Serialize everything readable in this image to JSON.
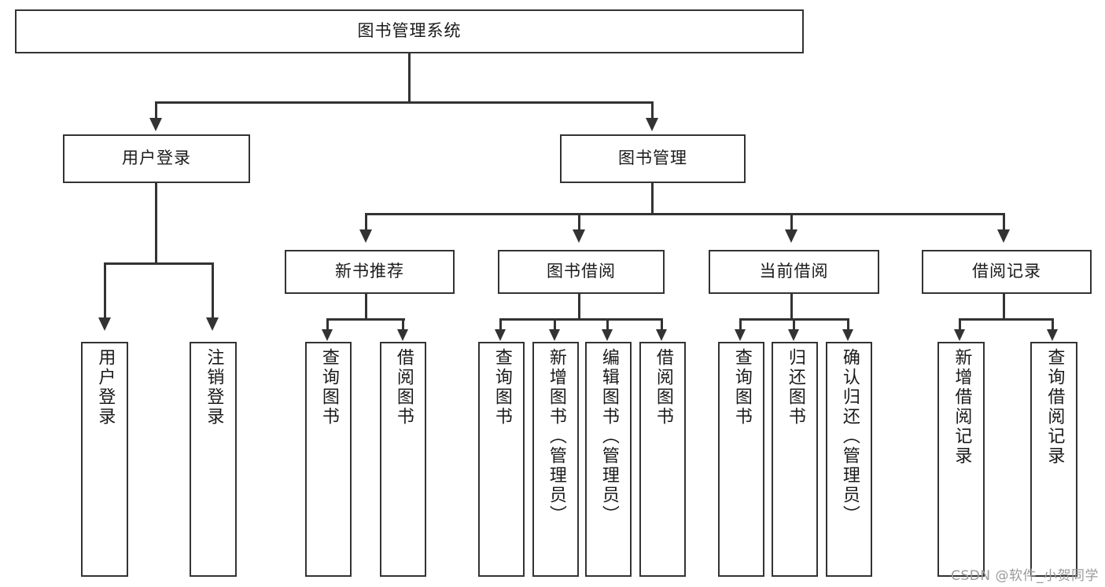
{
  "diagram": {
    "type": "tree-hierarchy",
    "title": "图书管理系统",
    "root": {
      "label": "图书管理系统"
    },
    "level1": [
      {
        "id": "user-login",
        "label": "用户登录"
      },
      {
        "id": "book-management",
        "label": "图书管理"
      }
    ],
    "level2": [
      {
        "id": "new-book-recommend",
        "label": "新书推荐",
        "parent": "book-management"
      },
      {
        "id": "book-borrow",
        "label": "图书借阅",
        "parent": "book-management"
      },
      {
        "id": "current-borrow",
        "label": "当前借阅",
        "parent": "book-management"
      },
      {
        "id": "borrow-record",
        "label": "借阅记录",
        "parent": "book-management"
      }
    ],
    "leaves": {
      "user-login": [
        {
          "id": "leaf-user-login",
          "label": "用户登录"
        },
        {
          "id": "leaf-logout",
          "label": "注销登录"
        }
      ],
      "new-book-recommend": [
        {
          "id": "leaf-query-book-1",
          "label": "查询图书"
        },
        {
          "id": "leaf-borrow-book-1",
          "label": "借阅图书"
        }
      ],
      "book-borrow": [
        {
          "id": "leaf-query-book-2",
          "label": "查询图书"
        },
        {
          "id": "leaf-add-book",
          "label": "新增图书（管理员）"
        },
        {
          "id": "leaf-edit-book",
          "label": "编辑图书（管理员）"
        },
        {
          "id": "leaf-borrow-book-2",
          "label": "借阅图书"
        }
      ],
      "current-borrow": [
        {
          "id": "leaf-query-book-3",
          "label": "查询图书"
        },
        {
          "id": "leaf-return-book",
          "label": "归还图书"
        },
        {
          "id": "leaf-confirm-return",
          "label": "确认归还（管理员）"
        }
      ],
      "borrow-record": [
        {
          "id": "leaf-add-record",
          "label": "新增借阅记录"
        },
        {
          "id": "leaf-query-record",
          "label": "查询借阅记录"
        }
      ]
    }
  },
  "watermark": {
    "text": "CSDN @软件_小贺同学"
  },
  "colors": {
    "stroke": "#333333",
    "box_fill": "#ffffff",
    "text": "#1a1a1a",
    "watermark": "#9a9a9a",
    "background": "#ffffff"
  }
}
